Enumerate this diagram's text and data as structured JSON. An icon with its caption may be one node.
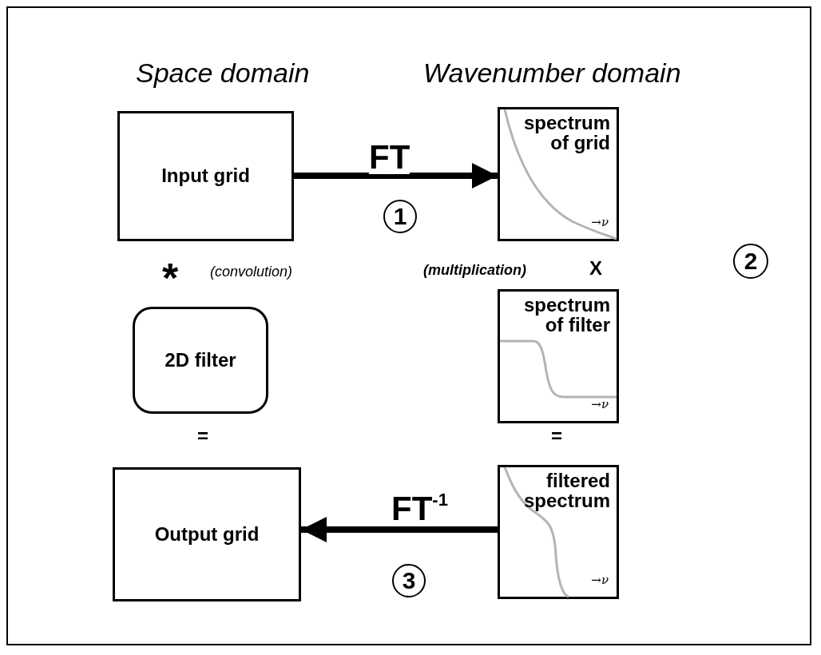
{
  "diagram": {
    "nodes": [
      {
        "text": [
          "Input grid"
        ]
      },
      {
        "text": [
          "1"
        ]
      },
      {
        "text": [
          "spectrum of grid",
          "→ν"
        ]
      },
      {
        "text": [
          "2"
        ]
      },
      {
        "text": [
          "2D filter"
        ]
      },
      {
        "text": [
          "spectrum of filter",
          "→ν"
        ]
      },
      {
        "text": [
          "Output grid"
        ]
      },
      {
        "text": [
          "3"
        ]
      },
      {
        "text": [
          "filtered spectrum",
          "→ν"
        ]
      }
    ],
    "edges": [
      {
        "from": 0,
        "to": 2,
        "arrow": "to",
        "label": "FT"
      },
      {
        "from": 8,
        "to": 6,
        "arrow": "to",
        "label": "FT$^{-1}$"
      }
    ],
    "labels": [
      "Space domain",
      "Wavenumber domain",
      "*",
      "(convolution)",
      "(multiplication)",
      "X",
      "=",
      "="
    ]
  }
}
